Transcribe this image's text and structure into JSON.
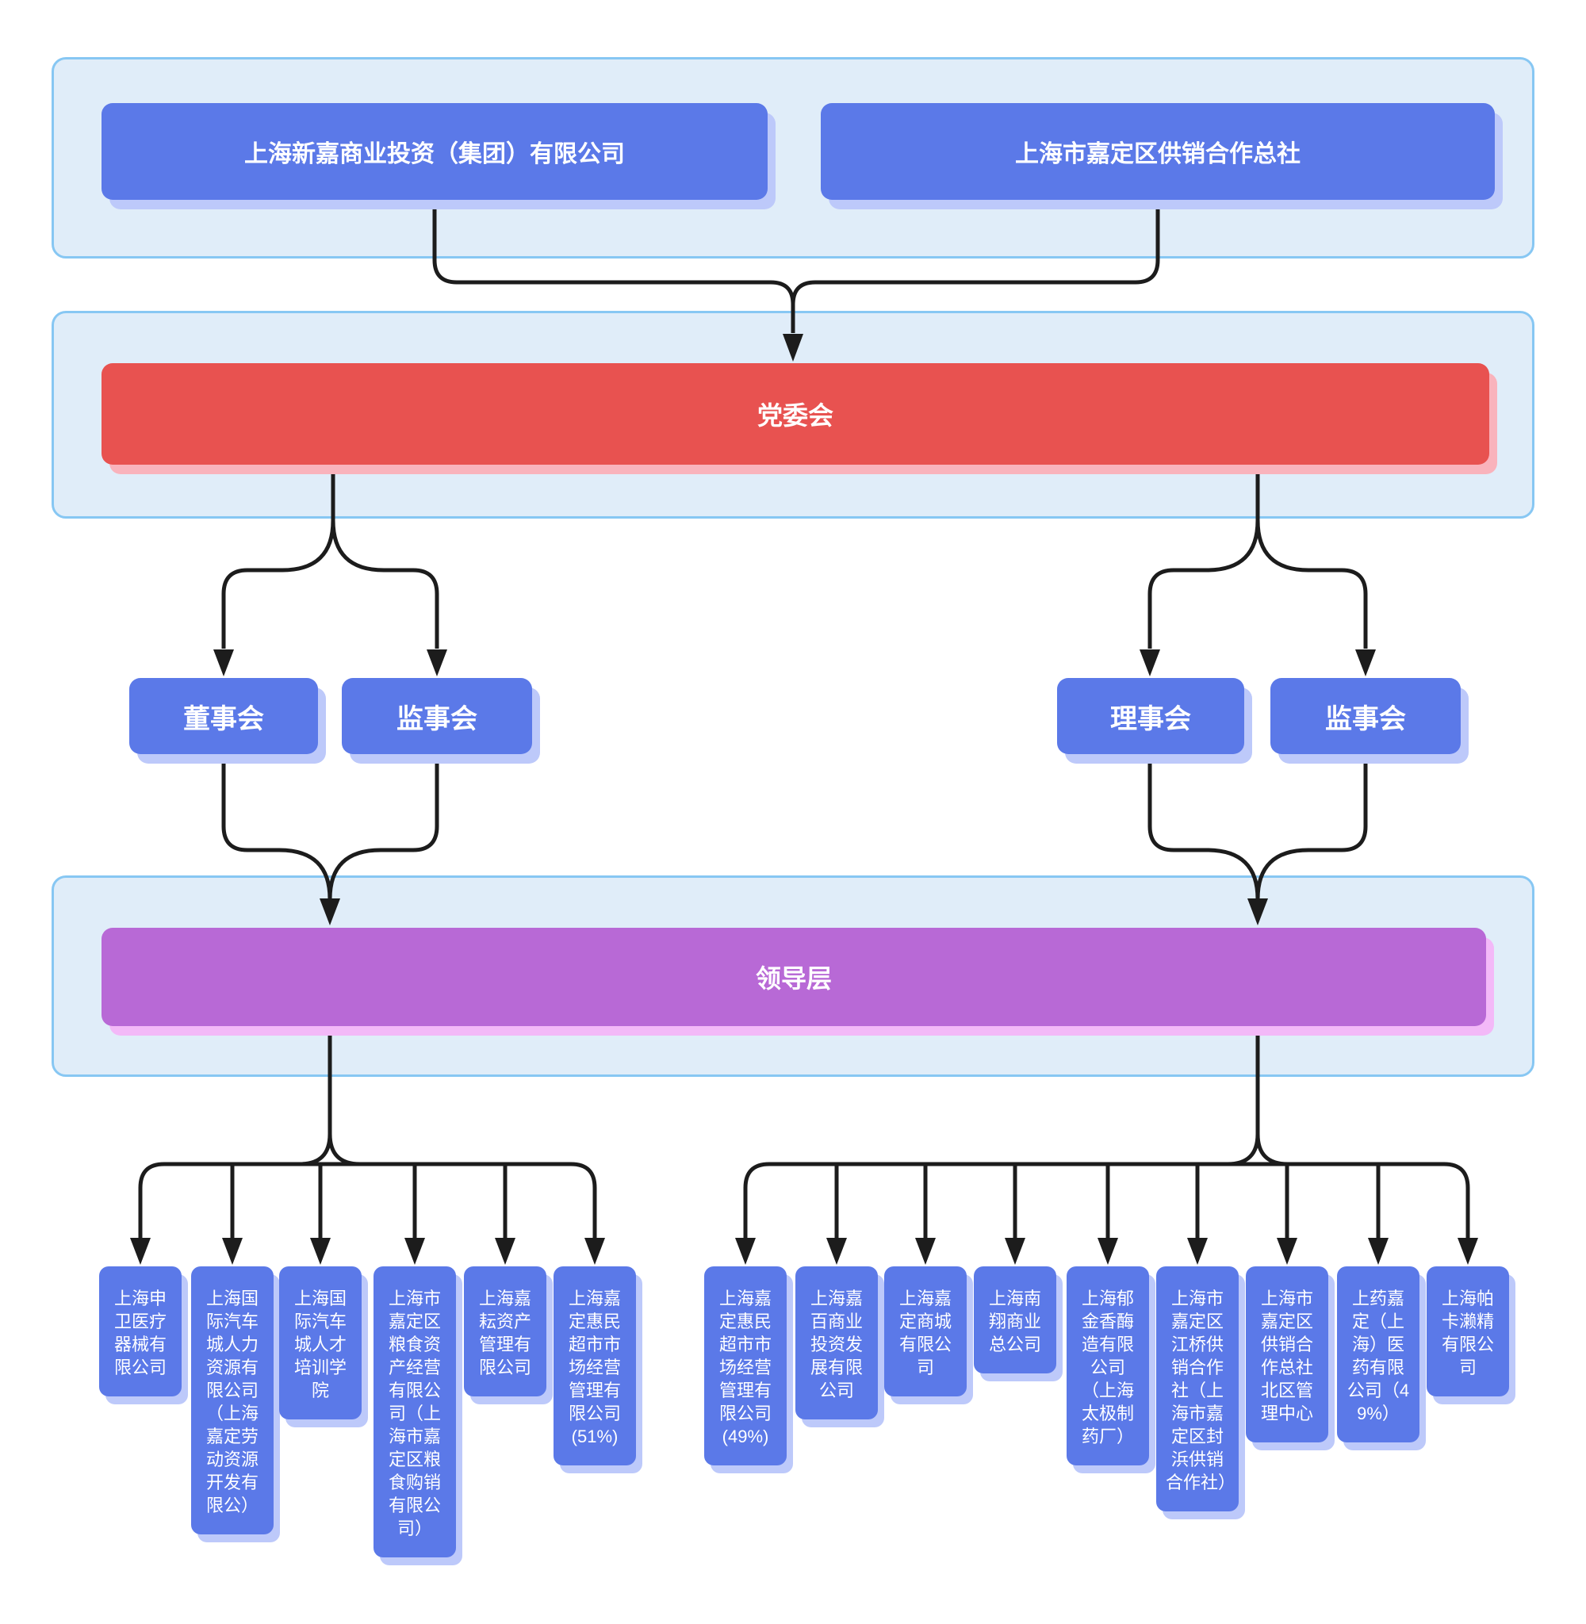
{
  "colors": {
    "node_blue": "#5b79e8",
    "node_blue_shadow": "#bdc9fa",
    "party_red": "#e85250",
    "party_red_shadow": "#f9b3bc",
    "leader_purple": "#b869d6",
    "leader_purple_shadow": "#f3b9f8",
    "panel_bg": "#e0edf9",
    "panel_border": "#87c7f3",
    "connector": "#1c1c1c"
  },
  "parents": [
    {
      "label": "上海新嘉商业投资（集团）有限公司"
    },
    {
      "label": "上海市嘉定区供销合作总社"
    }
  ],
  "party_committee": {
    "label": "党委会"
  },
  "governance": {
    "left": [
      {
        "label": "董事会"
      },
      {
        "label": "监事会"
      }
    ],
    "right": [
      {
        "label": "理事会"
      },
      {
        "label": "监事会"
      }
    ]
  },
  "leadership": {
    "label": "领导层"
  },
  "left_subsidiaries": [
    {
      "label": "上海申卫医疗器械有限公司"
    },
    {
      "label": "上海国际汽车城人力资源有限公司（上海嘉定劳动资源开发有限公）"
    },
    {
      "label": "上海国际汽车城人才培训学院"
    },
    {
      "label": "上海市嘉定区粮食资产经营有限公司（上海市嘉定区粮食购销有限公司）"
    },
    {
      "label": "上海嘉耘资产管理有限公司"
    },
    {
      "label": "上海嘉定惠民超市市场经营管理有限公司(51%)"
    }
  ],
  "right_subsidiaries": [
    {
      "label": "上海嘉定惠民超市市场经营管理有限公司(49%)"
    },
    {
      "label": "上海嘉百商业投资发展有限公司"
    },
    {
      "label": "上海嘉定商城有限公司"
    },
    {
      "label": "上海南翔商业总公司"
    },
    {
      "label": "上海郁金香酶造有限公司（上海太极制药厂）"
    },
    {
      "label": "上海市嘉定区江桥供销合作社（上海市嘉定区封浜供销合作社）"
    },
    {
      "label": "上海市嘉定区供销合作总社北区管理中心"
    },
    {
      "label": "上药嘉定（上海）医药有限公司（49%）"
    },
    {
      "label": "上海帕卡濑精有限公司"
    }
  ]
}
